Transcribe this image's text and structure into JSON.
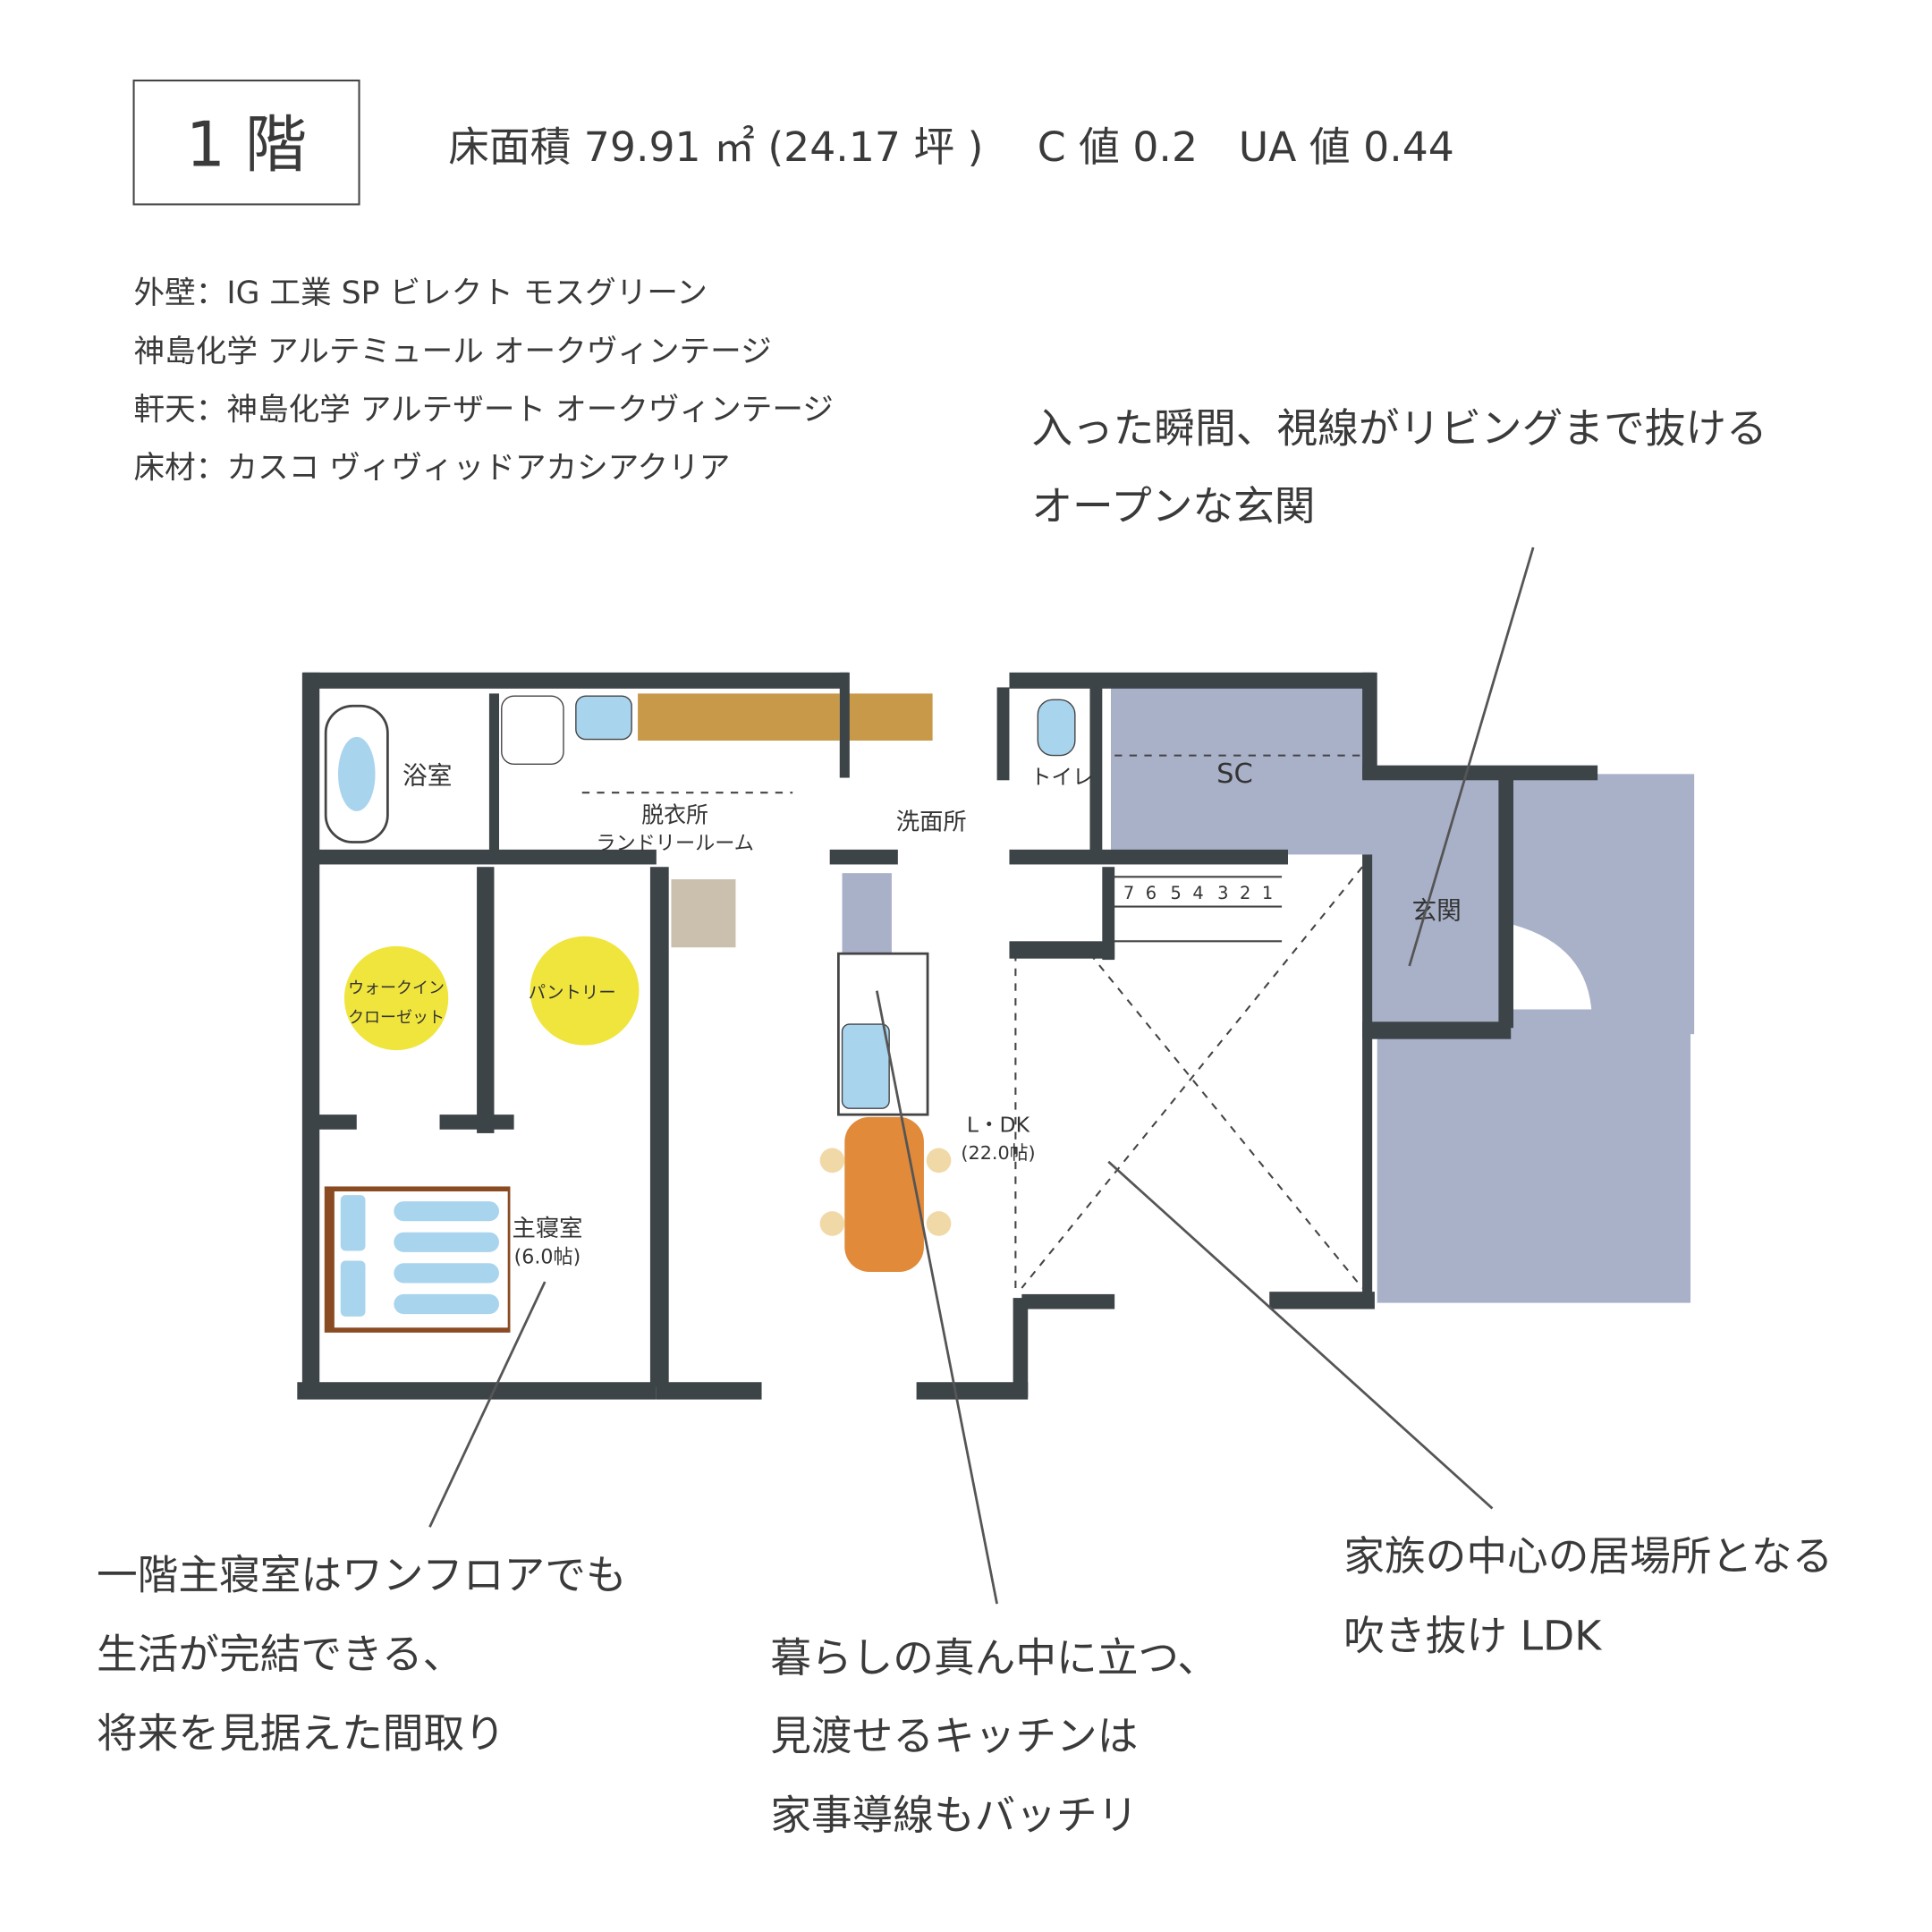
{
  "header": {
    "floor_label": "1 階",
    "stats": "床面積 79.91 ㎡ (24.17 坪 )　 C 値 0.2　UA 値 0.44"
  },
  "specs": [
    "外壁：IG 工業 SP ビレクト モスグリーン",
    "神島化学 アルテミュール オークヴィンテージ",
    "軒天：神島化学 アルテザート オークヴィンテージ",
    "床材：カスコ ヴィヴィッドアカシアクリア"
  ],
  "callouts": {
    "entrance": [
      "入った瞬間、視線がリビングまで抜ける",
      "オープンな玄関"
    ],
    "bedroom": [
      "一階主寝室はワンフロアでも",
      "生活が完結できる、",
      "将来を見据えた間取り"
    ],
    "kitchen": [
      "暮らしの真ん中に立つ、",
      "見渡せるキッチンは",
      "家事導線もバッチリ"
    ],
    "ldk": [
      "家族の中心の居場所となる",
      "吹き抜け LDK"
    ]
  },
  "rooms": {
    "bath": "浴室",
    "dressing": "脱衣所",
    "laundry": "ランドリールーム",
    "washroom": "洗面所",
    "toilet": "トイレ",
    "sc": "SC",
    "entrance": "玄関",
    "wic_1": "ウォークイン",
    "wic_2": "クローゼット",
    "pantry": "パントリー",
    "ldk": "L・DK",
    "ldk_size": "(22.0帖)",
    "master": "主寝室",
    "master_size": "(6.0帖)"
  },
  "stairs": [
    "7",
    "6",
    "5",
    "4",
    "3",
    "2",
    "1"
  ],
  "colors": {
    "wall": "#3d4448",
    "storage_blue": "#a9b1c9",
    "closet_yellow": "#f0e53c",
    "table_orange": "#e08a3a",
    "water_blue": "#a9d4ee"
  }
}
